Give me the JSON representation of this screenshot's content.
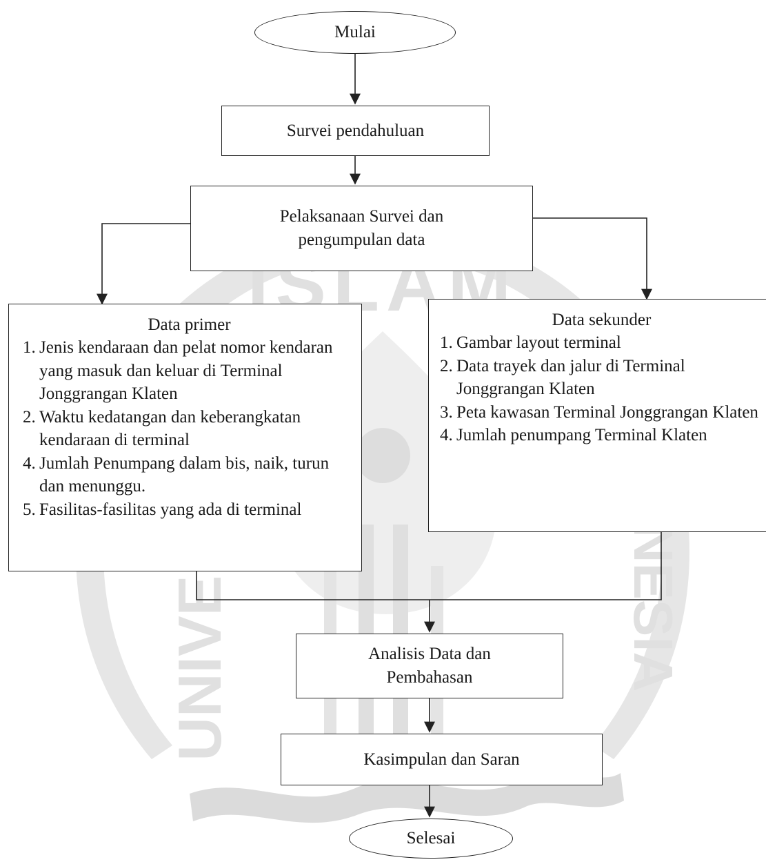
{
  "nodes": {
    "start": "Mulai",
    "preliminary": "Survei pendahuluan",
    "execution": "Pelaksanaan Survei dan pengumpulan data",
    "analysis": "Analisis Data dan Pembahasan",
    "conclusion": "Kasimpulan dan Saran",
    "end": "Selesai"
  },
  "primary": {
    "title": "Data primer",
    "items": [
      {
        "num": "1.",
        "text": "Jenis kendaraan dan pelat nomor kendaran yang masuk dan keluar di Terminal Jonggrangan Klaten"
      },
      {
        "num": "2.",
        "text": "Waktu kedatangan dan keberangkatan kendaraan di terminal"
      },
      {
        "num": "4.",
        "text": "Jumlah Penumpang dalam bis, naik, turun dan menunggu."
      },
      {
        "num": "5.",
        "text": "Fasilitas-fasilitas yang ada di terminal"
      }
    ]
  },
  "secondary": {
    "title": "Data sekunder",
    "items": [
      {
        "num": "1.",
        "text": "Gambar layout terminal"
      },
      {
        "num": "2.",
        "text": "Data trayek dan jalur di Terminal Jonggrangan Klaten"
      },
      {
        "num": "3.",
        "text": "Peta kawasan Terminal Jonggrangan Klaten"
      },
      {
        "num": "4.",
        "text": "Jumlah penumpang Terminal Klaten"
      }
    ]
  },
  "watermark": {
    "text_top": "ISLAM",
    "text_left": "UNIVERSITAS",
    "text_right": "INDONESIA",
    "color": "#d9d9d9"
  },
  "colors": {
    "line": "#222222"
  }
}
